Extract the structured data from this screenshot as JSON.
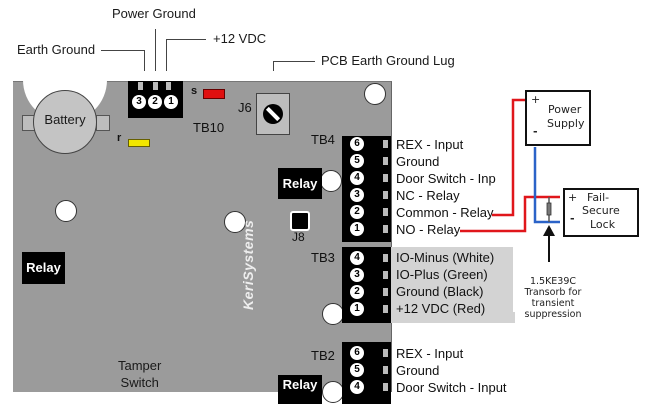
{
  "callouts": {
    "power_ground": "Power Ground",
    "earth_ground": "Earth Ground",
    "plus12vdc": "+12 VDC",
    "pcb_lug": "PCB Earth Ground Lug"
  },
  "board": {
    "battery": "Battery",
    "tb10": {
      "label": "TB10",
      "pins": [
        "3",
        "2",
        "1"
      ]
    },
    "led_s": "s",
    "led_r": "r",
    "j6": "J6",
    "j8": "J8",
    "tb4": "TB4",
    "tb3": "TB3",
    "tb2": "TB2",
    "relay": "Relay",
    "tamper": [
      "Tamper",
      "Switch"
    ],
    "brand": "KeriSystems"
  },
  "tb4_terminals": [
    {
      "pin": "6",
      "label": "REX - Input"
    },
    {
      "pin": "5",
      "label": "Ground"
    },
    {
      "pin": "4",
      "label": "Door Switch - Inp"
    },
    {
      "pin": "3",
      "label": "NC - Relay"
    },
    {
      "pin": "2",
      "label": "Common - Relay"
    },
    {
      "pin": "1",
      "label": "NO - Relay"
    }
  ],
  "tb3_terminals": [
    {
      "pin": "4",
      "label": "IO-Minus (White)"
    },
    {
      "pin": "3",
      "label": "IO-Plus (Green)"
    },
    {
      "pin": "2",
      "label": "Ground (Black)"
    },
    {
      "pin": "1",
      "label": "+12 VDC (Red)"
    }
  ],
  "tb2_terminals": [
    {
      "pin": "6",
      "label": "REX - Input"
    },
    {
      "pin": "5",
      "label": "Ground"
    },
    {
      "pin": "4",
      "label": "Door Switch - Input"
    }
  ],
  "external": {
    "power_supply": {
      "plus": "+",
      "minus": "-",
      "line1": "Power",
      "line2": "Supply"
    },
    "lock": {
      "plus": "+",
      "minus": "-",
      "line1": "Fail-",
      "line2": "Secure",
      "line3": "Lock"
    },
    "transorb": [
      "1.5KE39C",
      "Transorb for",
      "transient",
      "suppression"
    ]
  },
  "colors": {
    "wire_positive": "#e0161b",
    "wire_negative": "#2b63c8",
    "led_s": "#e01010",
    "led_r": "#f2e600",
    "board": "#9b9b9b"
  }
}
